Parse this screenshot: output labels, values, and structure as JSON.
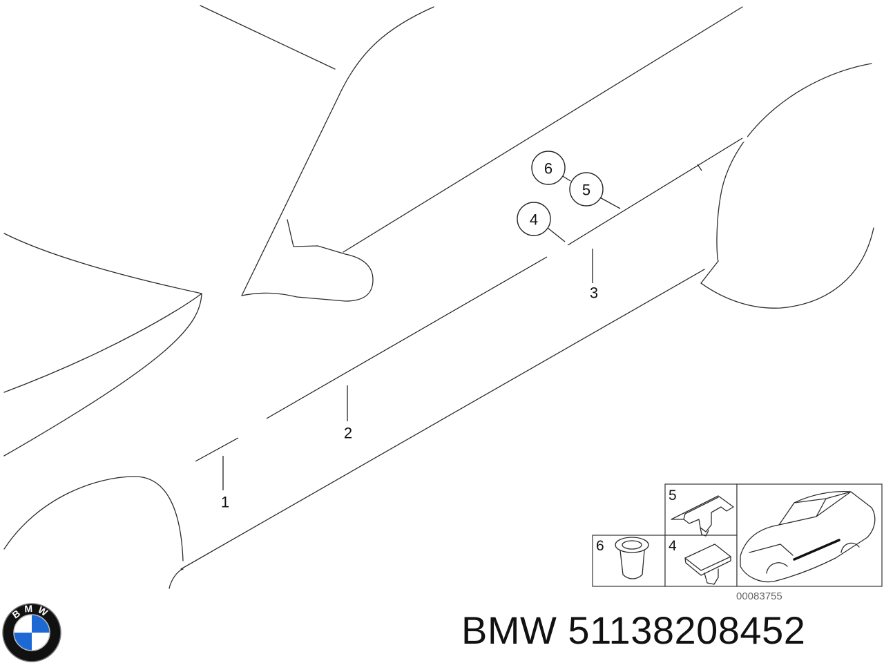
{
  "callouts": [
    {
      "num": "1"
    },
    {
      "num": "2"
    },
    {
      "num": "3"
    },
    {
      "num": "4"
    },
    {
      "num": "5"
    },
    {
      "num": "6"
    }
  ],
  "inset": {
    "labels": [
      "5",
      "6",
      "4"
    ],
    "reference": "00083755"
  },
  "caption": {
    "brand": "BMW",
    "part_number": "51138208452"
  },
  "logo": {
    "letters": "BMW"
  },
  "colors": {
    "line": "#2b2b2b",
    "logo_blue": "#1c69d4",
    "logo_black": "#111111"
  }
}
